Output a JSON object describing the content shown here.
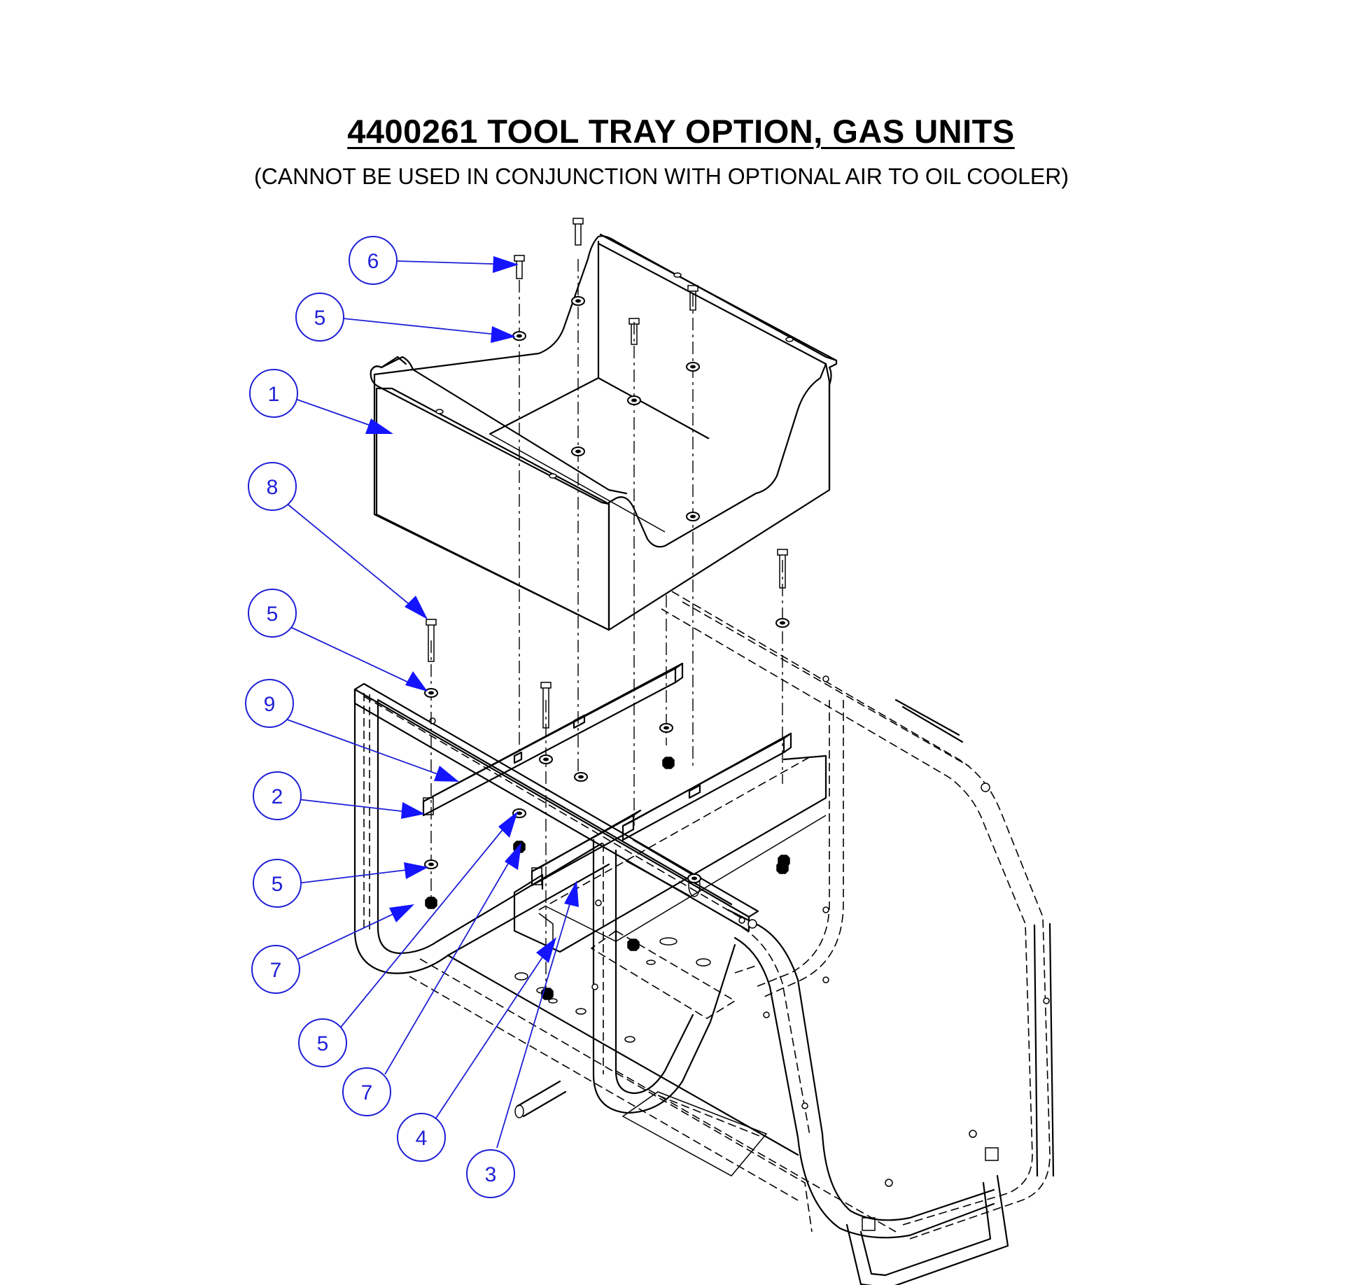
{
  "title": "4400261 TOOL TRAY OPTION, GAS UNITS",
  "subtitle": "(CANNOT BE USED IN CONJUNCTION WITH OPTIONAL AIR TO OIL COOLER)",
  "callouts": [
    {
      "id": "c6a",
      "label": "6"
    },
    {
      "id": "c5a",
      "label": "5"
    },
    {
      "id": "c1",
      "label": "1"
    },
    {
      "id": "c8",
      "label": "8"
    },
    {
      "id": "c5b",
      "label": "5"
    },
    {
      "id": "c9",
      "label": "9"
    },
    {
      "id": "c2",
      "label": "2"
    },
    {
      "id": "c5c",
      "label": "5"
    },
    {
      "id": "c7a",
      "label": "7"
    },
    {
      "id": "c5d",
      "label": "5"
    },
    {
      "id": "c7b",
      "label": "7"
    },
    {
      "id": "c4",
      "label": "4"
    },
    {
      "id": "c3",
      "label": "3"
    }
  ],
  "colors": {
    "callout": "#1f1fd6",
    "arrow": "#1414ff",
    "line": "#000000"
  }
}
